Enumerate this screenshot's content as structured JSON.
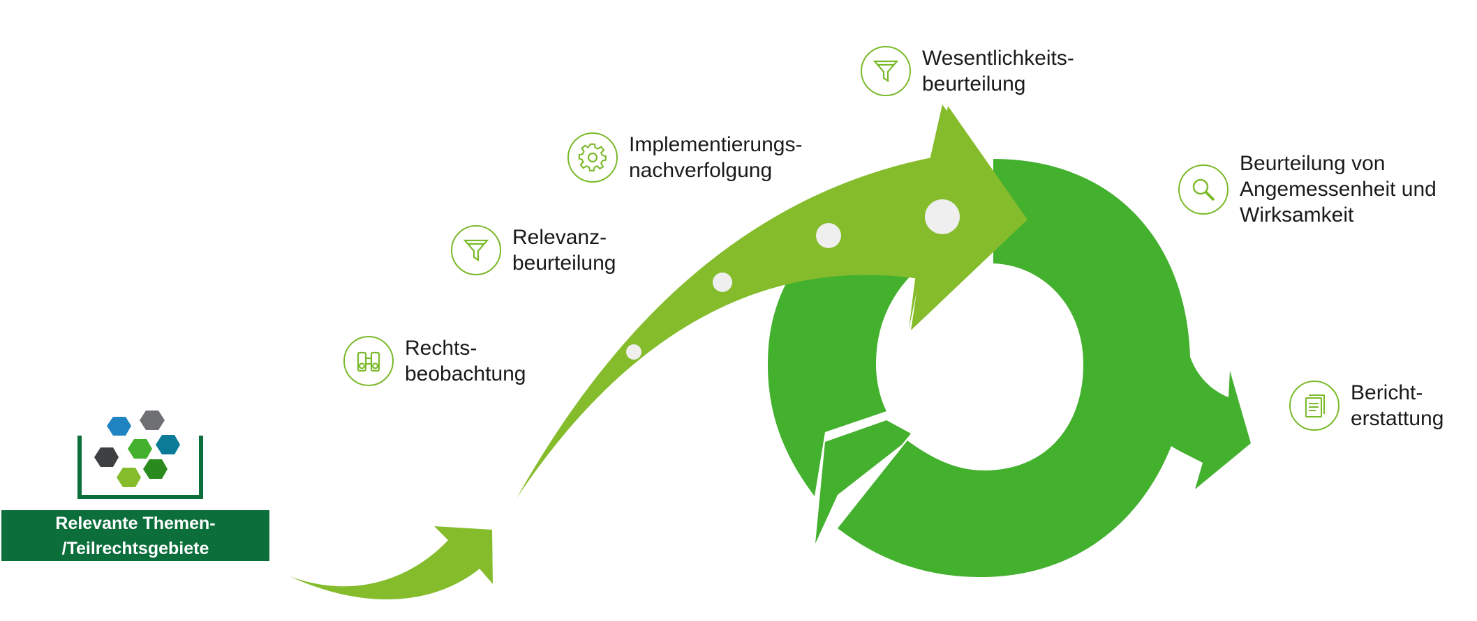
{
  "colors": {
    "light_green": "#85bc2c",
    "mid_green": "#43b02e",
    "dark_green": "#0b6e3b",
    "icon_stroke": "#7ab929",
    "hex_blue": "#1f84c1",
    "hex_teal": "#0c7b98",
    "hex_gray": "#6f7073",
    "hex_dark": "#3f4042",
    "hex_green": "#43b02e",
    "hex_lightgreen": "#85bc2c",
    "hex_darkgreen": "#2a8a1e"
  },
  "source": {
    "title_line1": "Relevante Themen-",
    "title_line2": "/Teilrechtsgebiete"
  },
  "steps": [
    {
      "icon": "binoculars-icon",
      "line1": "Rechts-",
      "line2": "beobachtung"
    },
    {
      "icon": "filter-icon",
      "line1": "Relevanz-",
      "line2": "beurteilung"
    },
    {
      "icon": "gear-icon",
      "line1": "Implementierungs-",
      "line2": "nachverfolgung"
    },
    {
      "icon": "filter-icon",
      "line1": "Wesentlichkeits-",
      "line2": "beurteilung"
    },
    {
      "icon": "magnifier-icon",
      "line1": "Beurteilung von",
      "line2": "Angemessenheit und",
      "line3": "Wirksamkeit"
    },
    {
      "icon": "document-icon",
      "line1": "Bericht-",
      "line2": "erstattung"
    }
  ]
}
